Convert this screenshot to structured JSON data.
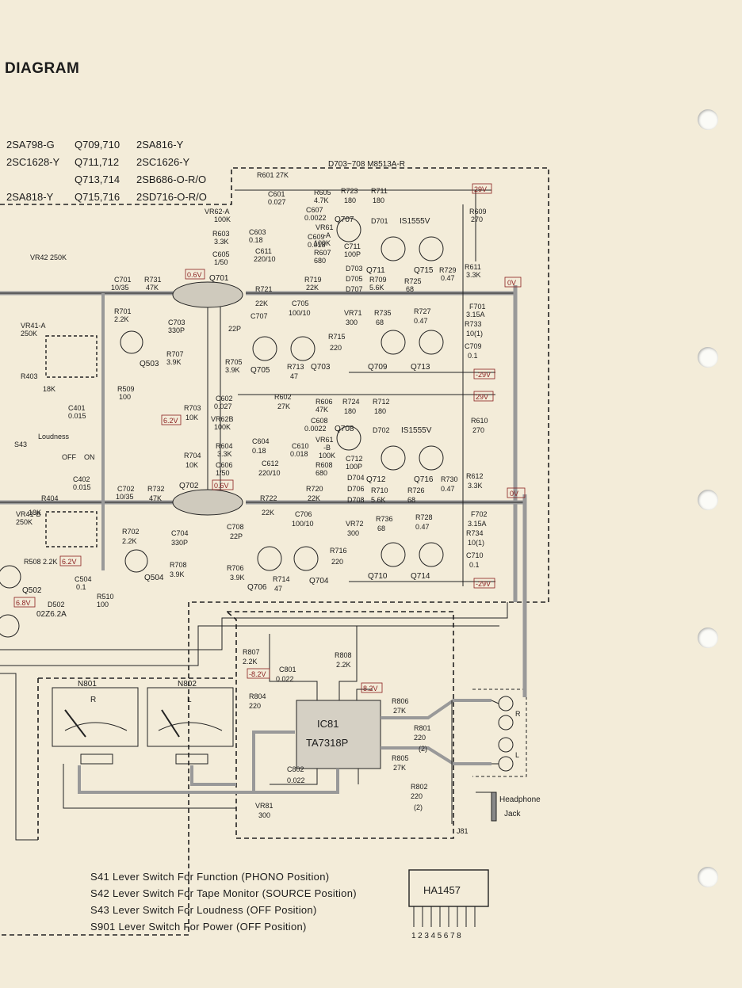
{
  "header": {
    "title": "DIAGRAM"
  },
  "transistor_list": [
    [
      "2SA798-G",
      "Q709,710",
      "2SA816-Y"
    ],
    [
      "2SC1628-Y",
      "Q711,712",
      "2SC1626-Y"
    ],
    [
      "",
      "Q713,714",
      "2SB686-O-R/O"
    ],
    [
      "2SA818-Y",
      "Q715,716",
      "2SD716-O-R/O"
    ]
  ],
  "diode_note": "D703~708 M8513A-R",
  "switches": [
    "S41 Lever Switch For Function (PHONO Position)",
    "S42 Lever Switch For Tape Monitor (SOURCE Position)",
    "S43 Lever Switch For Loudness (OFF Position)",
    "S901 Lever Switch For Power (OFF Position)"
  ],
  "ic_block": {
    "ref": "IC81",
    "part": "TA7318P"
  },
  "ic_chip": {
    "name": "HA1457",
    "pins": "12345678"
  },
  "meters": {
    "n801": "N801",
    "n802": "N802",
    "r": "R",
    "l": "L"
  },
  "voltages": {
    "v29p_top": "29V",
    "v0_top": "0V",
    "vm29_top": "-29V",
    "v29p_bot": "29V",
    "v0_bot": "0V",
    "vm29_bot": "-29V",
    "q701": "0.6V",
    "q702": "0.6V",
    "v62_a": "6.2V",
    "v62_b": "6.2V",
    "v68": "6.8V",
    "vm82": "-8.2V",
    "vp82": "8.2V"
  },
  "labels": {
    "q701": "Q701",
    "q702": "Q702",
    "q503": "Q503",
    "q504": "Q504",
    "q502": "Q502",
    "d502": "D502",
    "d502v": "02Z6.2A",
    "q705": "Q705",
    "q703": "Q703",
    "q706": "Q706",
    "q704": "Q704",
    "q707": "Q707",
    "q708": "Q708",
    "q709": "Q709",
    "q710": "Q710",
    "q711": "Q711",
    "q712": "Q712",
    "q713": "Q713",
    "q714": "Q714",
    "q715": "Q715",
    "q716": "Q716",
    "d701": "D701",
    "d702": "D702",
    "is1555a": "IS1555V",
    "is1555b": "IS1555V",
    "vr42": "VR42 250K",
    "vr41a": "VR41-A",
    "vr41a_v": "250K",
    "vr41b": "VR41-B",
    "vr41b_v": "250K",
    "r403": "R403",
    "r404": "R404",
    "k18a": "18K",
    "k18b": "18K",
    "s43": "S43",
    "loudness": "Loudness",
    "off": "OFF",
    "on": "ON",
    "c401": "C401",
    "c401v": "0.015",
    "c402": "C402",
    "c402v": "0.015",
    "r509": "R509",
    "r509v": "100",
    "r510": "R510",
    "r510v": "100",
    "r508": "R508 2.2K",
    "c504": "C504",
    "c504v": "0.1",
    "c701": "C701",
    "c701v": "10/35",
    "r731": "R731",
    "r731v": "47K",
    "r701": "R701",
    "r701v": "2.2K",
    "c703": "C703",
    "c703v": "330P",
    "r707": "R707",
    "r707v": "3.9K",
    "r601": "R601 27K",
    "c601": "C601",
    "c601v": "0.027",
    "vr62a": "VR62-A",
    "vr62av": "100K",
    "r603": "R603",
    "r603v": "3.3K",
    "c603": "C603",
    "c603v": "0.18",
    "c605": "C605",
    "c605v": "1/50",
    "c611": "C611",
    "c611v": "220/10",
    "r605": "R605",
    "r605v": "4.7K",
    "c607": "C607",
    "c607v": "0.0022",
    "c609": "C609",
    "c609v": "0.018",
    "vr61a": "VR61",
    "vr61av": "-A",
    "vr61a100": "100K",
    "r607": "R607",
    "r607v": "680",
    "r723": "R723",
    "r723v": "180",
    "r711": "R711",
    "r711v": "180",
    "c711": "C711",
    "c711v": "100P",
    "d703": "D703",
    "d705": "D705",
    "d707": "D707",
    "r709": "R709",
    "r709v": "5.6K",
    "r725": "R725",
    "r725v": "68",
    "r729": "R729",
    "r729v": "0.47",
    "r611": "R611",
    "r611v": "3.3K",
    "r609": "R609",
    "r609v": "270",
    "r721": "R721",
    "r721v": "22K",
    "r719": "R719",
    "r719v": "22K",
    "c705": "C705",
    "c705v": "100/10",
    "vr71": "VR71",
    "vr71v": "300",
    "r735": "R735",
    "r735v": "68",
    "r727": "R727",
    "r727v": "0.47",
    "f701": "F701",
    "f701v": "3.15A",
    "r733": "R733",
    "r733v": "10(1)",
    "c709": "C709",
    "c709v": "0.1",
    "c707": "C707",
    "c707v": "22P",
    "r715": "R715",
    "r715v": "220",
    "r705": "R705",
    "r705v": "3.9K",
    "r713": "R713",
    "r713v": "47",
    "r703": "R703",
    "r703v": "10K",
    "c602": "C602",
    "c602v": "0.027",
    "vr62b": "VR62B",
    "vr62bv": "100K",
    "r602": "R602",
    "r602v": "27K",
    "r606": "R606",
    "r606v": "47K",
    "c608": "C608",
    "c608v": "0.0022",
    "r724": "R724",
    "r724v": "180",
    "r712": "R712",
    "r712v": "180",
    "r604": "R604",
    "r604v": "3.3K",
    "c604": "C604",
    "c604v": "0.18",
    "c606": "C606",
    "c606v": "1/50",
    "c610": "C610",
    "c610v": "0.018",
    "vr61b": "VR61",
    "vr61bv": "-B",
    "vr61b100": "100K",
    "c612": "C612",
    "c612v": "220/10",
    "r608": "R608",
    "r608v": "680",
    "c712": "C712",
    "c712v": "100P",
    "d704": "D704",
    "d706": "D706",
    "d708": "D708",
    "r710": "R710",
    "r710v": "5.6K",
    "r726": "R726",
    "r726v": "68",
    "r730": "R730",
    "r730v": "0.47",
    "r612": "R612",
    "r612v": "3.3K",
    "r610": "R610",
    "r610v": "270",
    "r704": "R704",
    "r704v": "10K",
    "c702": "C702",
    "c702v": "10/35",
    "r732": "R732",
    "r732v": "47K",
    "r722": "R722",
    "r722v": "22K",
    "r720": "R720",
    "r720v": "22K",
    "c706": "C706",
    "c706v": "100/10",
    "vr72": "VR72",
    "vr72v": "300",
    "r736": "R736",
    "r736v": "68",
    "r728": "R728",
    "r728v": "0.47",
    "f702": "F702",
    "f702v": "3.15A",
    "r734": "R734",
    "r734v": "10(1)",
    "c710": "C710",
    "c710v": "0.1",
    "r702": "R702",
    "r702v": "2.2K",
    "c704": "C704",
    "c704v": "330P",
    "r708": "R708",
    "r708v": "3.9K",
    "c708": "C708",
    "c708v": "22P",
    "r716": "R716",
    "r716v": "220",
    "r706": "R706",
    "r706v": "3.9K",
    "r714": "R714",
    "r714v": "47",
    "r807": "R807",
    "r807v": "2.2K",
    "r808": "R808",
    "r808v": "2.2K",
    "c801": "C801",
    "c801v": "0.022",
    "r804": "R804",
    "r804v": "220",
    "c802": "C802",
    "c802v": "0.022",
    "vr81": "VR81",
    "vr81v": "300",
    "r806": "R806",
    "r806v": "27K",
    "r801": "R801",
    "r801v": "220",
    "r801n": "(2)",
    "r805": "R805",
    "r805v": "27K",
    "r802": "R802",
    "r802v": "220",
    "r802n": "(2)",
    "headphone": "Headphone",
    "jack": "Jack",
    "j81": "J81",
    "out_r": "R",
    "out_l": "L"
  }
}
